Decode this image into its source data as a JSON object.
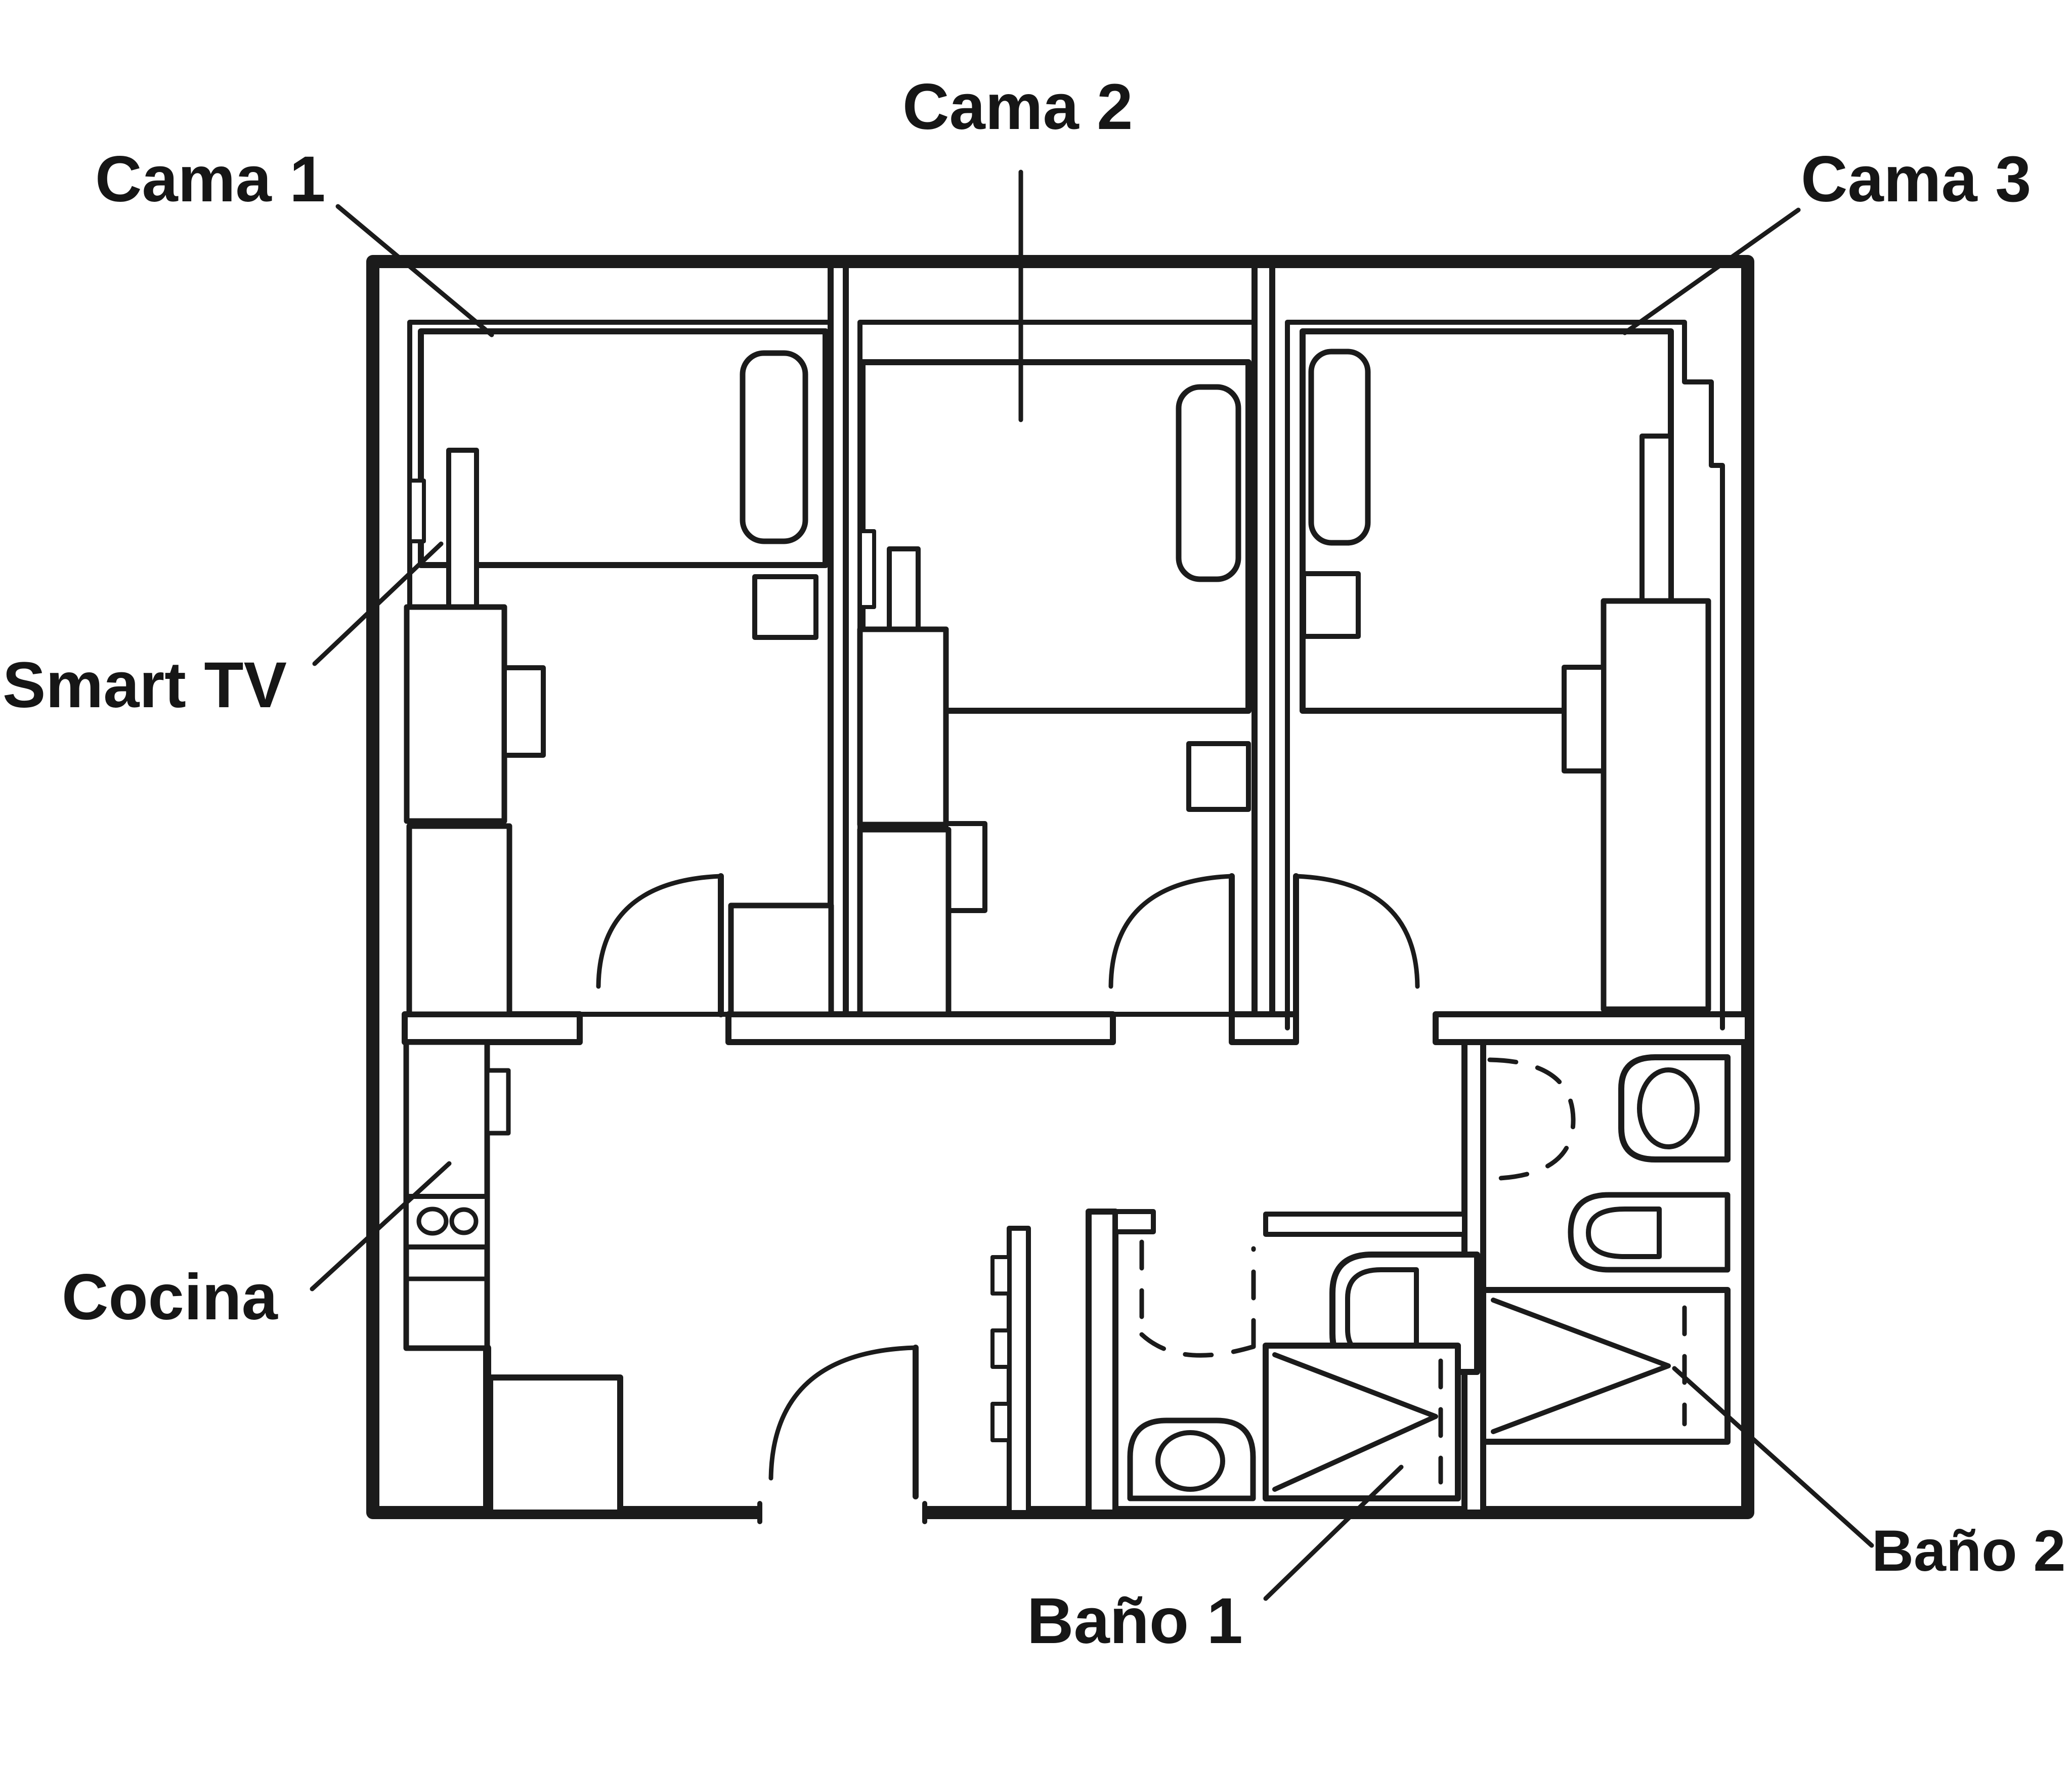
{
  "diagram": {
    "type": "floor-plan",
    "background_color": "#ffffff",
    "ink_color": "#1b1b1b",
    "labels": {
      "cama_1": "Cama 1",
      "cama_2": "Cama 2",
      "cama_3": "Cama 3",
      "smart_tv": "Smart TV",
      "cocina": "Cocina",
      "bano_1": "Baño 1",
      "bano_2": "Baño 2"
    },
    "rooms": [
      {
        "name": "bedroom-1",
        "annotation": "Cama 1"
      },
      {
        "name": "bedroom-2",
        "annotation": "Cama 2"
      },
      {
        "name": "bedroom-3",
        "annotation": "Cama 3"
      },
      {
        "name": "kitchen",
        "annotation": "Cocina"
      },
      {
        "name": "bathroom-1",
        "annotation": "Baño 1"
      },
      {
        "name": "bathroom-2",
        "annotation": "Baño 2"
      }
    ],
    "features": [
      "smart-tv-in-bedroom-1",
      "three-beds-with-pillows",
      "wardrobes",
      "stove-two-burners",
      "kitchen-island",
      "entrance-door-arc",
      "two-toilets",
      "two-sinks",
      "two-showers-with-x",
      "dashed-door-swings"
    ]
  }
}
